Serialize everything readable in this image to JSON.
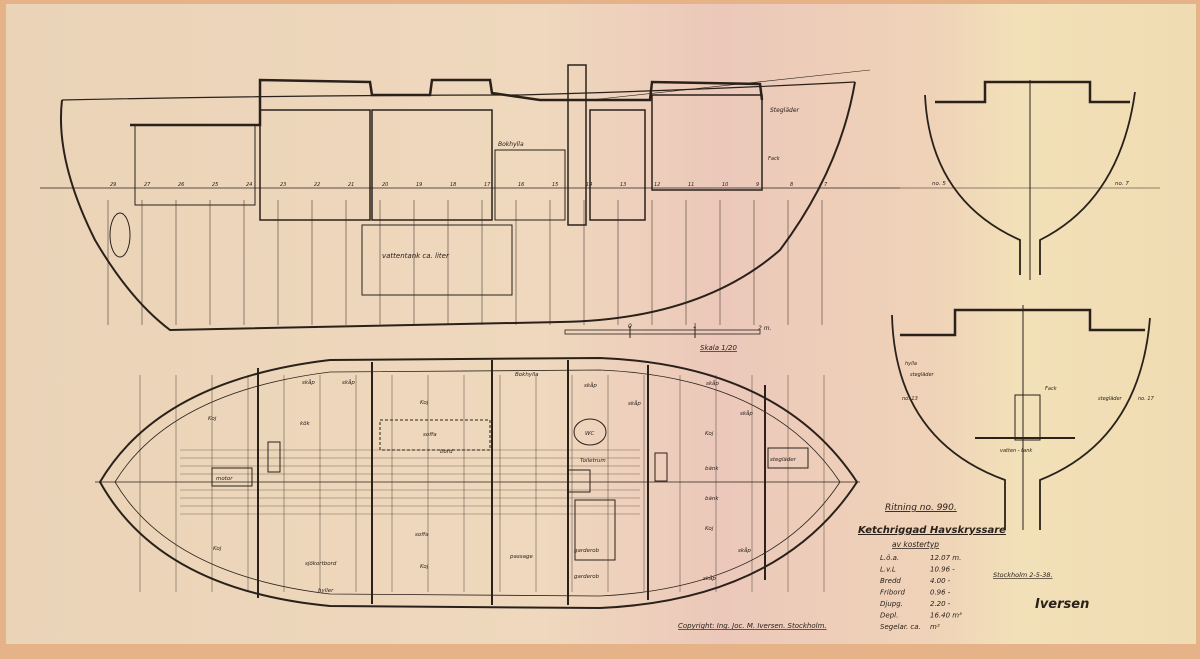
{
  "drawing": {
    "drawing_number": "Ritning no. 990.",
    "title": "Ketchriggad Havskryssare",
    "subtitle": "av kostertyp",
    "specs": [
      {
        "label": "L.ö.a.",
        "value": "12.07 m."
      },
      {
        "label": "L.v.L",
        "value": "10.96 -"
      },
      {
        "label": "Bredd",
        "value": "4.00 -"
      },
      {
        "label": "Fribord",
        "value": "0.96 -"
      },
      {
        "label": "Djupg.",
        "value": "2.20 -"
      },
      {
        "label": "Depl.",
        "value": "16.40 m³"
      },
      {
        "label": "Segelar. ca.",
        "value": "m²"
      }
    ],
    "place_date": "Stockholm 2-5-38.",
    "signature": "Iversen",
    "copyright": "Copyright: Ing. Joc. M. Iversen. Stockholm.",
    "scale_label": "Skala 1/20",
    "scale_ticks": [
      "0",
      "1",
      "2 m."
    ]
  },
  "profile": {
    "labels": {
      "water_tank": "vattentank ca. liter",
      "bookshelf": "Bokhylla",
      "ladder": "Stegläder",
      "hatch": "Fack"
    },
    "frame_numbers": [
      "29",
      "27",
      "26",
      "25",
      "24",
      "23",
      "22",
      "21",
      "20",
      "19",
      "18",
      "17",
      "16",
      "15",
      "14",
      "13",
      "12",
      "11",
      "10",
      "9",
      "8",
      "7"
    ]
  },
  "plan": {
    "labels": {
      "locker_1": "skåp",
      "locker_2": "skåp",
      "locker_3": "skåp",
      "locker_4": "skåp",
      "locker_5": "skåp",
      "locker_6": "skåp",
      "locker_7": "skåp",
      "locker_8": "skåp",
      "bunk_aft_1": "Koj",
      "bunk_aft_2": "Koj",
      "bunk_main_1": "Koj",
      "bunk_main_2": "Koj",
      "bunk_fwd_1": "Koj",
      "bunk_fwd_2": "Koj",
      "bookshelf": "Bokhylla",
      "sofa_1": "soffa",
      "sofa_2": "soffa",
      "table": "bord",
      "toilet": "Toiletrum",
      "wc": "WC",
      "wardrobe_1": "garderob",
      "wardrobe_2": "garderob",
      "bench_1": "bänk",
      "bench_2": "bänk",
      "chart_table": "sjökortbord",
      "shelves": "hyller",
      "ladder": "stegläder",
      "engine": "motor",
      "galley": "kök",
      "passage": "passage"
    }
  },
  "sections": {
    "upper": {
      "left": "no. 5",
      "right": "no. 7"
    },
    "lower": {
      "left": "no. 13",
      "right": "no. 17",
      "ladder_left": "stegläder",
      "ladder_right": "stegläder",
      "table": "Fack",
      "tank": "vatten - tank",
      "shelf": "hylla"
    }
  },
  "colors": {
    "paper_left": "#ecd6bb",
    "paper_mid": "#ecc9b9",
    "paper_right": "#f1ddb6",
    "edge": "#e2a36f",
    "ink": "#2a211b"
  }
}
